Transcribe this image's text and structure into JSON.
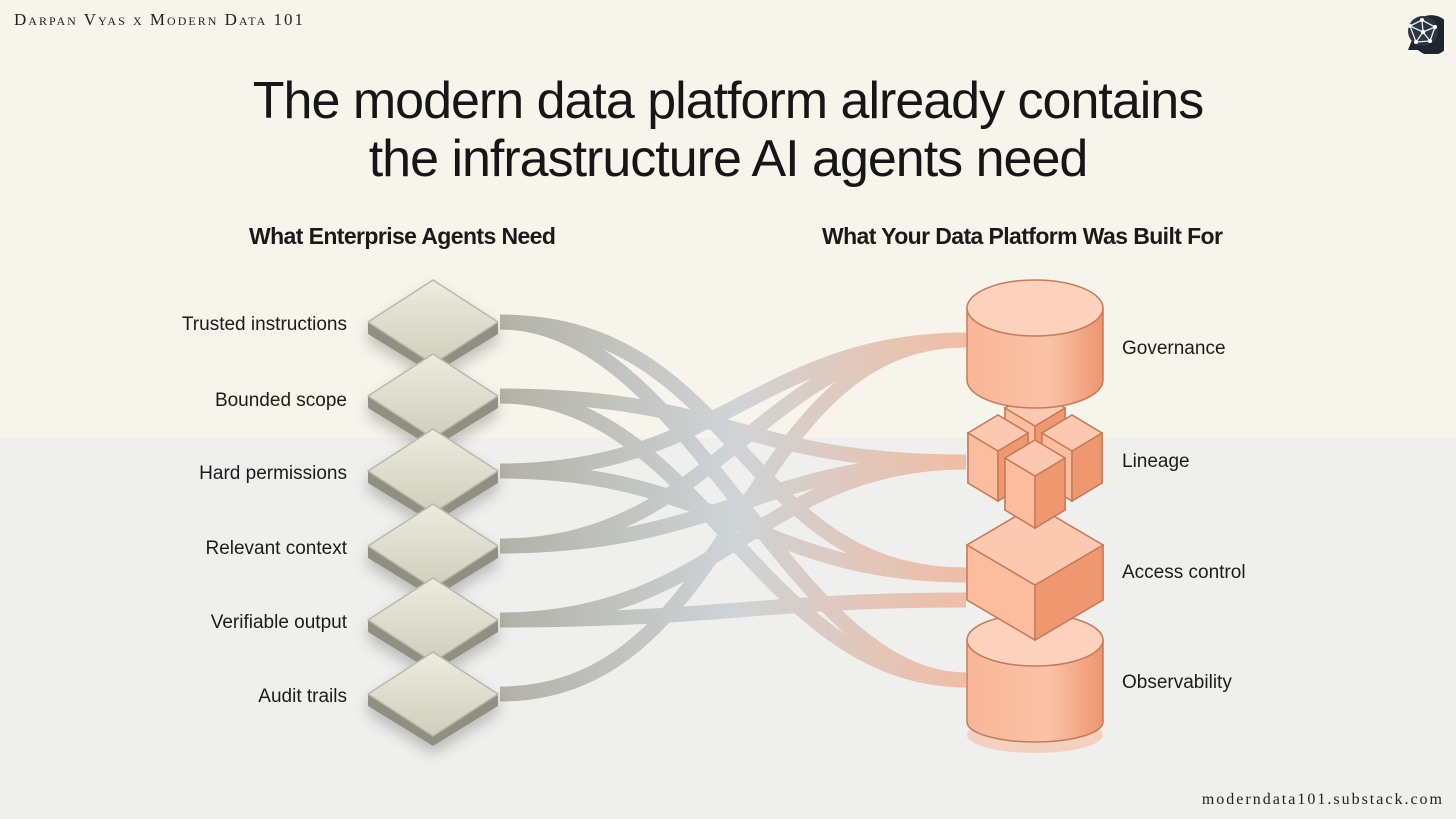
{
  "header": {
    "brand": "Darpan Vyas x Modern Data 101",
    "logo_icon": "globe-chat-icon"
  },
  "title": {
    "line1": "The modern data platform already contains",
    "line2": "the infrastructure AI agents need"
  },
  "columns": {
    "left_heading": "What Enterprise Agents Need",
    "right_heading": "What Your Data Platform Was Built For"
  },
  "needs": [
    "Trusted instructions",
    "Bounded scope",
    "Hard permissions",
    "Relevant context",
    "Verifiable output",
    "Audit trails"
  ],
  "platform": [
    "Governance",
    "Lineage",
    "Access control",
    "Observability"
  ],
  "footer": {
    "url": "moderndata101.substack.com"
  },
  "colors": {
    "tile": "#dcdccd",
    "platform": "#f7a986",
    "platform_stroke": "#c77a58"
  }
}
